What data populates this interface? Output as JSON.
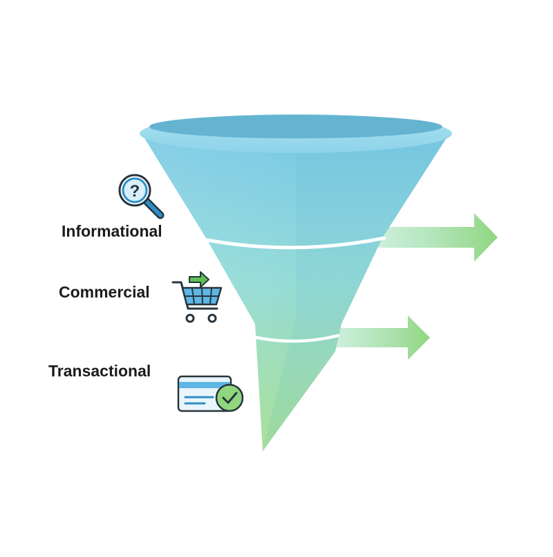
{
  "diagram": {
    "type": "funnel",
    "stages": [
      {
        "label": "Informational",
        "icon": "magnifier-question-icon"
      },
      {
        "label": "Commercial",
        "icon": "shopping-cart-arrow-icon"
      },
      {
        "label": "Transactional",
        "icon": "payment-card-check-icon"
      }
    ],
    "arrows": [
      {
        "from": "funnel-top-tier",
        "direction": "right"
      },
      {
        "from": "funnel-middle-tier",
        "direction": "right"
      }
    ],
    "colors": {
      "funnel_top": "#7dcde6",
      "funnel_bottom": "#a8df98",
      "funnel_rim": "#66b7d3",
      "icon_blue": "#2d8fc4",
      "icon_green": "#5fbf53",
      "arrow_green": "#8fd67f",
      "label_text": "#1b1b1b"
    }
  }
}
